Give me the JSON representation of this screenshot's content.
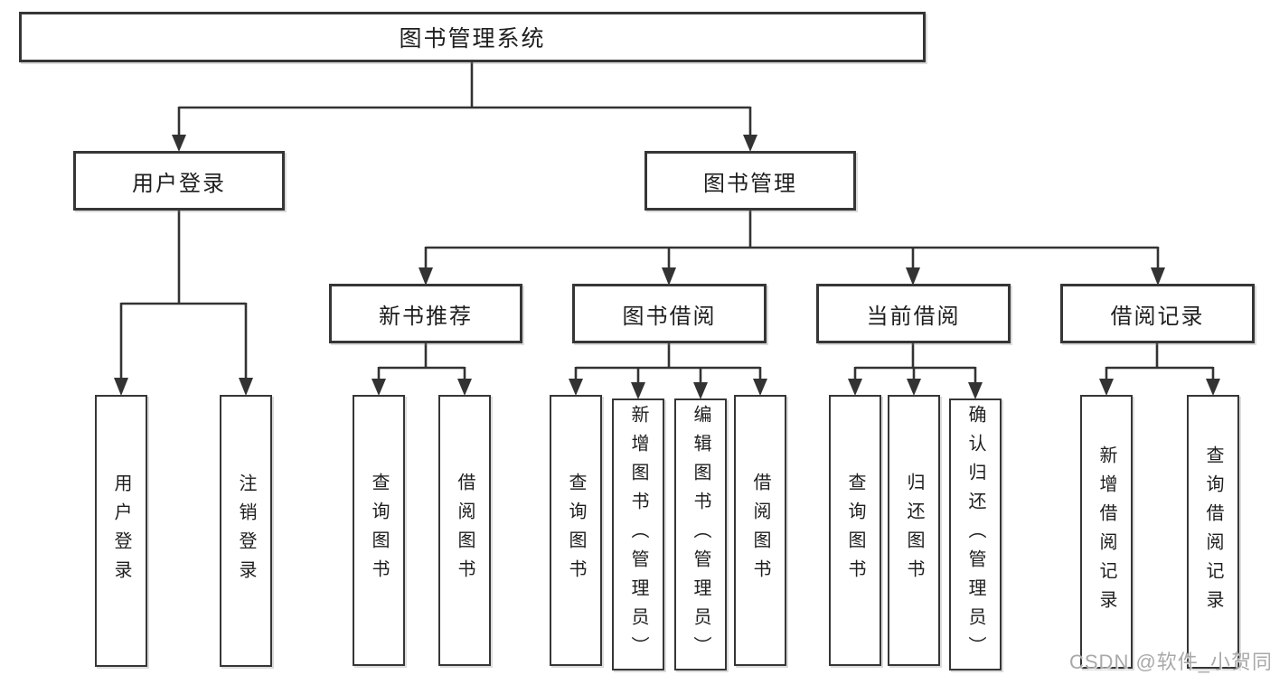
{
  "title": {
    "label": "图书管理系统"
  },
  "level1": {
    "user_login_group": {
      "label": "用户登录"
    },
    "book_management": {
      "label": "图书管理"
    }
  },
  "level2": {
    "new_book_recommend": {
      "label": "新书推荐",
      "parent": "图书管理"
    },
    "book_borrowing": {
      "label": "图书借阅",
      "parent": "图书管理"
    },
    "current_borrowing": {
      "label": "当前借阅",
      "parent": "图书管理"
    },
    "borrowing_records": {
      "label": "借阅记录",
      "parent": "图书管理"
    }
  },
  "leaves": {
    "user_login": {
      "label": "用户登录",
      "parent": "用户登录"
    },
    "logout": {
      "label": "注销登录",
      "parent": "用户登录"
    },
    "recommend_query_books": {
      "label": "查询图书",
      "parent": "新书推荐"
    },
    "recommend_borrow_books": {
      "label": "借阅图书",
      "parent": "新书推荐"
    },
    "borrowing_query_books": {
      "label": "查询图书",
      "parent": "图书借阅"
    },
    "borrowing_add_books": {
      "label": "新增图书（管理员）",
      "parent": "图书借阅"
    },
    "borrowing_edit_books": {
      "label": "编辑图书（管理员）",
      "parent": "图书借阅"
    },
    "borrowing_borrow_books": {
      "label": "借阅图书",
      "parent": "图书借阅"
    },
    "current_query_books": {
      "label": "查询图书",
      "parent": "当前借阅"
    },
    "current_return_books": {
      "label": "归还图书",
      "parent": "当前借阅"
    },
    "current_confirm_return": {
      "label": "确认归还（管理员）",
      "parent": "当前借阅"
    },
    "records_add_record": {
      "label": "新增借阅记录",
      "parent": "借阅记录"
    },
    "records_query_record": {
      "label": "查询借阅记录",
      "parent": "借阅记录"
    }
  },
  "watermark": {
    "label": "CSDN @软件_小贺同学"
  },
  "colors": {
    "line": "#333333",
    "border": "#363636",
    "text": "#1e1e1e",
    "watermark": "#a9a9a9",
    "background": "#ffffff"
  }
}
